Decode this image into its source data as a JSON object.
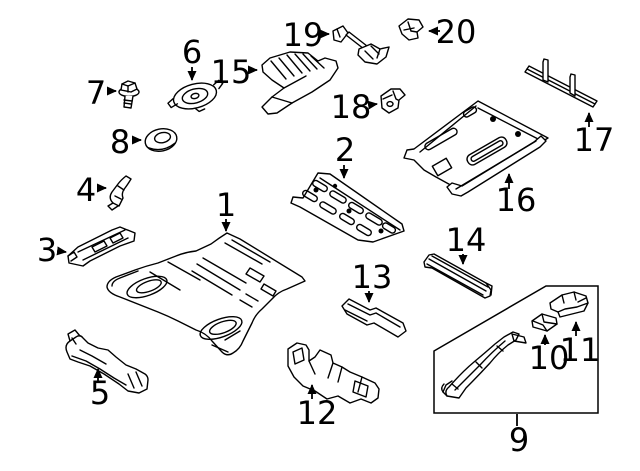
{
  "diagram": {
    "type": "auto-parts-exploded-diagram",
    "background_color": "#ffffff",
    "line_color": "#000000",
    "callouts": [
      {
        "text": "1"
      },
      {
        "text": "2"
      },
      {
        "text": "3"
      },
      {
        "text": "4"
      },
      {
        "text": "5"
      },
      {
        "text": "6"
      },
      {
        "text": "7"
      },
      {
        "text": "8"
      },
      {
        "text": "9"
      },
      {
        "text": "10"
      },
      {
        "text": "11"
      },
      {
        "text": "12"
      },
      {
        "text": "13"
      },
      {
        "text": "14"
      },
      {
        "text": "15"
      },
      {
        "text": "16"
      },
      {
        "text": "17"
      },
      {
        "text": "18"
      },
      {
        "text": "19"
      },
      {
        "text": "20"
      }
    ]
  }
}
